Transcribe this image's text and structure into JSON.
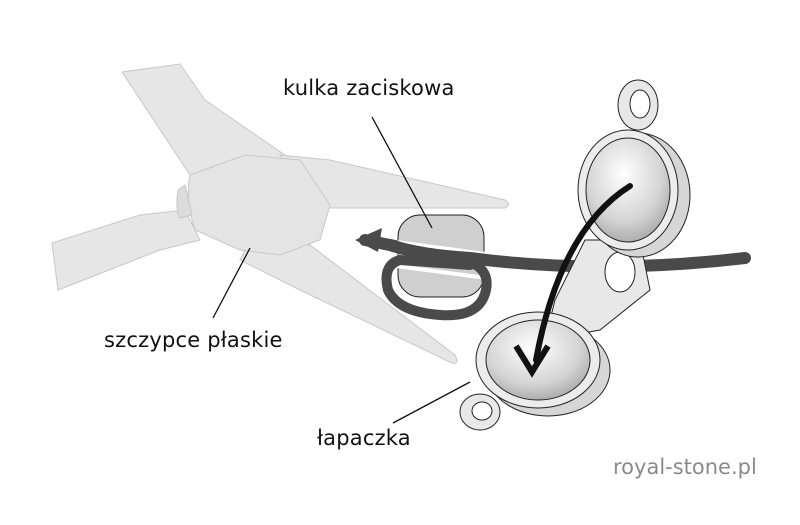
{
  "diagram": {
    "labels": {
      "clamp_bead": "kulka zaciskowa",
      "flat_pliers": "szczypce płaskie",
      "catch": "łapaczka"
    },
    "watermark": "royal-stone.pl"
  },
  "colors": {
    "background": "#ffffff",
    "pliers_fill": "#e6e6e6",
    "pliers_edge": "#bdbdbd",
    "clamp_fill": "#cfcfcf",
    "cord": "#4a4a4a",
    "arrow": "#111111",
    "catch_fill": "#e8e8e8",
    "label_text": "#111111",
    "watermark_text": "#8a8a8a"
  }
}
